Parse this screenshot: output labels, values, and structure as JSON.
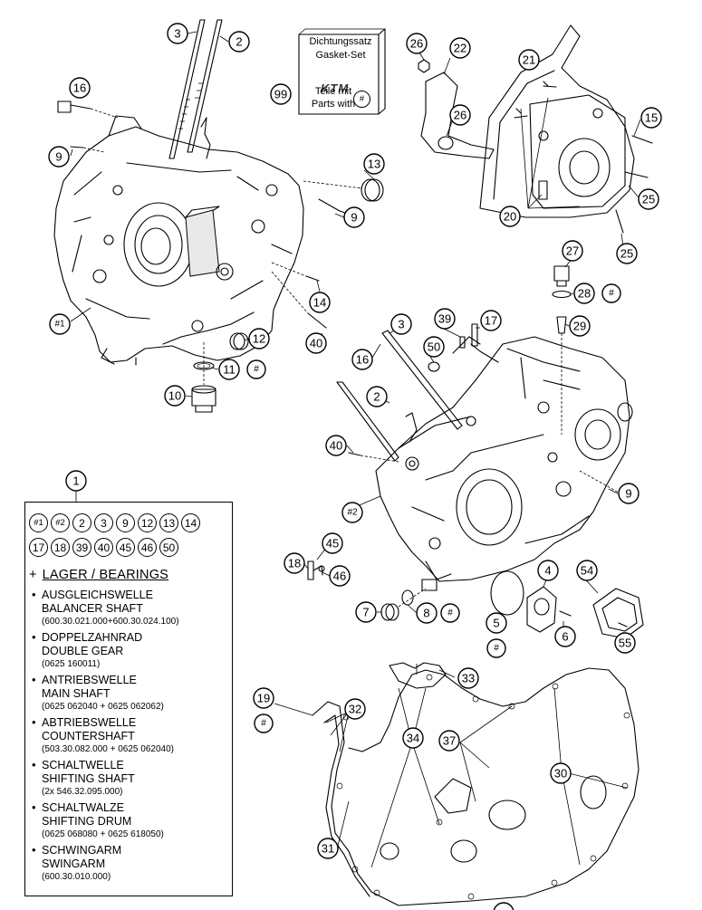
{
  "callouts": {
    "c3a": "3",
    "c2a": "2",
    "c16a": "16",
    "c9a": "9",
    "c99": "99",
    "c13": "13",
    "c9b": "9",
    "c14": "14",
    "c40a": "40",
    "c12": "12",
    "c11": "11",
    "c10": "10",
    "cH1a": "#1",
    "cHash11": "#",
    "c26a": "26",
    "c22": "22",
    "c26b": "26",
    "c21": "21",
    "c15": "15",
    "c25a": "25",
    "c20": "20",
    "c25b": "25",
    "c27": "27",
    "c28": "28",
    "cHash28": "#",
    "c29": "29",
    "c3b": "3",
    "c39": "39",
    "c17": "17",
    "c50": "50",
    "c16b": "16",
    "c2b": "2",
    "c40b": "40",
    "cH2": "#2",
    "c9c": "9",
    "c45": "45",
    "c18": "18",
    "c46": "46",
    "c4": "4",
    "c54": "54",
    "c7": "7",
    "c8": "8",
    "cHash8": "#",
    "c5": "5",
    "cHash5": "#",
    "c6": "6",
    "c55": "55",
    "c19": "19",
    "cHash19": "#",
    "c32": "32",
    "c33": "33",
    "c34": "34",
    "c37": "37",
    "c30": "30",
    "c31": "31",
    "c1": "1"
  },
  "gasket_set": {
    "line1": "Dichtungssatz",
    "line2": "Gasket-Set",
    "logo": "KTM",
    "line3": "Teile mit",
    "line4": "Parts with",
    "marker": "#"
  },
  "legend": {
    "badges_row1": [
      "#1",
      "#2",
      "2",
      "3",
      "9",
      "12",
      "13",
      "14"
    ],
    "badges_row2": [
      "17",
      "18",
      "39",
      "40",
      "45",
      "46",
      "50"
    ],
    "plus": "+",
    "heading": "LAGER / BEARINGS",
    "items": [
      {
        "de": "AUSGLEICHSWELLE",
        "en": "BALANCER SHAFT",
        "pn": "(600.30.021.000+600.30.024.100)"
      },
      {
        "de": "DOPPELZAHNRAD",
        "en": "DOUBLE GEAR",
        "pn": "(0625 160011)"
      },
      {
        "de": "ANTRIEBSWELLE",
        "en": "MAIN SHAFT",
        "pn": "(0625 062040 + 0625 062062)"
      },
      {
        "de": "ABTRIEBSWELLE",
        "en": "COUNTERSHAFT",
        "pn": "(503.30.082.000 + 0625 062040)"
      },
      {
        "de": "SCHALTWELLE",
        "en": "SHIFTING SHAFT",
        "pn": "(2x 546.32.095.000)"
      },
      {
        "de": "SCHALTWALZE",
        "en": "SHIFTING DRUM",
        "pn": "(0625 068080 + 0625 618050)"
      },
      {
        "de": "SCHWINGARM",
        "en": "SWINGARM",
        "pn": "(600.30.010.000)"
      }
    ]
  }
}
